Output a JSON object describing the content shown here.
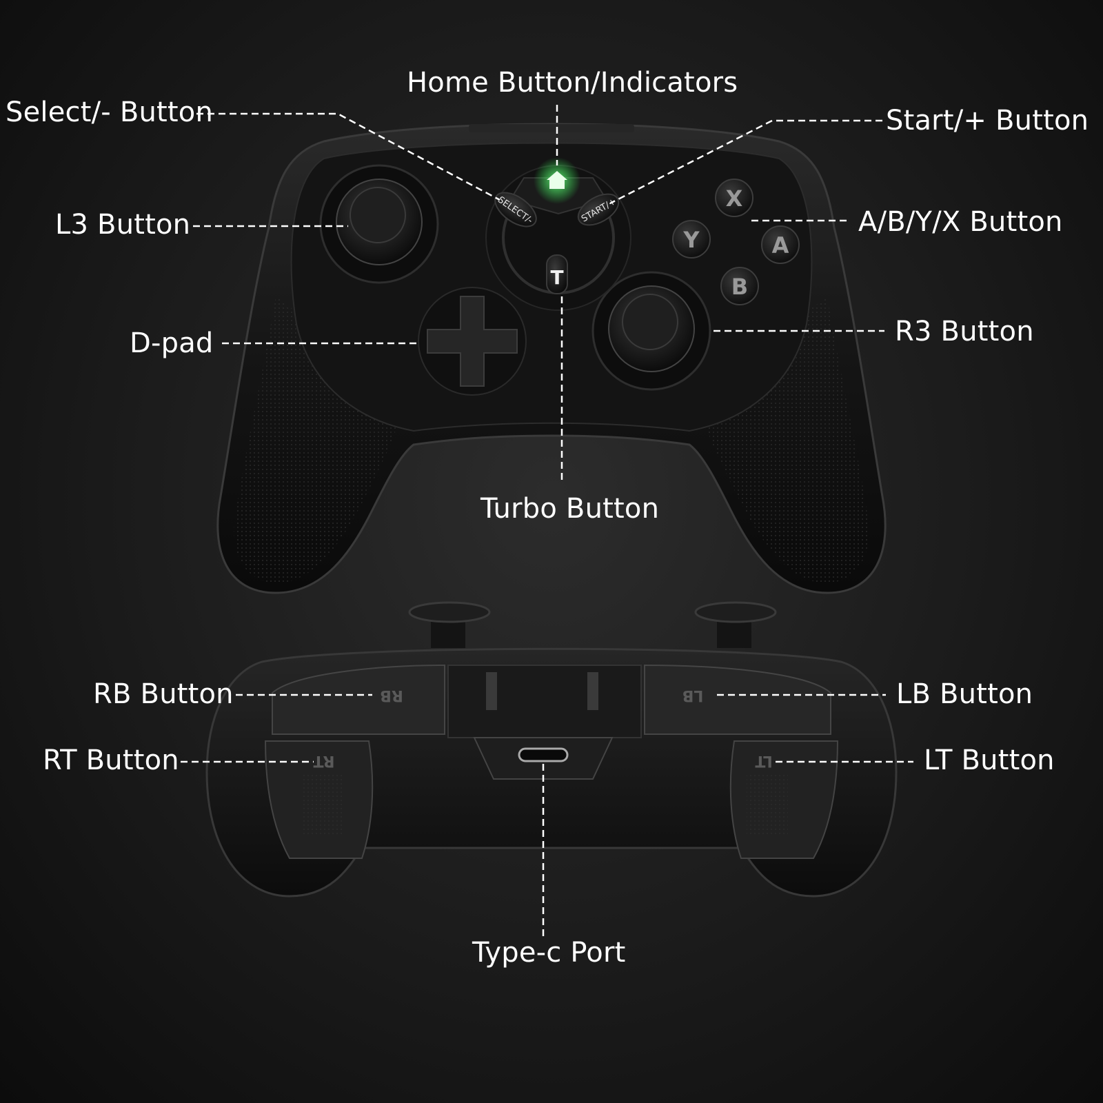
{
  "controller": {
    "home_indicator_color": "#34ff58",
    "face_buttons": [
      "X",
      "Y",
      "A",
      "B"
    ],
    "turbo_key": "T",
    "select_key": "SELECT/-",
    "start_key": "START/+",
    "rb_key": "RB",
    "lb_key": "LB",
    "rt_key": "RT",
    "lt_key": "LT"
  },
  "labels": {
    "home": "Home Button/Indicators",
    "select": "Select/- Button",
    "start": "Start/+ Button",
    "l3": "L3 Button",
    "abyx": "A/B/Y/X Button",
    "dpad": "D-pad",
    "r3": "R3 Button",
    "turbo": "Turbo Button",
    "rb": "RB Button",
    "lb": "LB Button",
    "rt": "RT Button",
    "lt": "LT Button",
    "typec": "Type-c Port"
  }
}
